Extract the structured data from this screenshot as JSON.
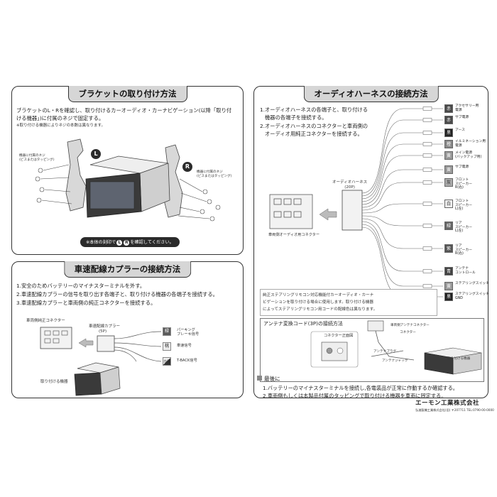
{
  "bracket": {
    "title": "ブラケットの取り付け方法",
    "desc_line1": "ブラケットのL・Rを確認し、取り付けるカーオーディオ・カーナビゲーション(以降「取り付",
    "desc_line2": "ける機器」)に付属のネジで固定する。",
    "note": "※取り付ける機器によりネジの本数は異なります。",
    "left_screw_label_1": "機器に付属のネジ",
    "left_screw_label_2": "(ビスまたはタッピング)",
    "right_screw_label_1": "機器に付属のネジ",
    "right_screw_label_2": "(ビスまたはタッピング)",
    "badge_l": "L",
    "badge_r": "R",
    "pill_prefix": "※本体の刻印で",
    "pill_l": "L",
    "pill_r": "R",
    "pill_suffix": "を確認してください。"
  },
  "speed": {
    "title": "車速配線カプラーの接続方法",
    "step1": "1.安全のためバッテリーのマイナスターミナルを外す。",
    "step2": "2.車速配線カプラーの信号を取り出す各端子と、取り付ける機器の各端子を接続する。",
    "step3": "3.車速配線カプラーと車両側の純正コネクターを接続する。",
    "vehicle_connector": "車両側純正コネクター",
    "coupler_label": "車速配線カプラー",
    "coupler_pins": "(5P)",
    "device_label": "取り付ける機器",
    "wires": [
      {
        "color": "緑",
        "label": "パーキング\nブレーキ信号"
      },
      {
        "color": "桃",
        "label": "車速信号"
      },
      {
        "color": "白/黒",
        "label": "T-BACK信号"
      }
    ]
  },
  "audio": {
    "title": "オーディオハーネスの接続方法",
    "step1_l1": "1.オーディオハーネスの各端子と、取り付ける",
    "step1_l2": "機器の各端子を接続する。",
    "step2_l1": "2.オーディオハーネスのコネクターと車両側の",
    "step2_l2": "オーディオ用純正コネクターを接続する。",
    "harness_label": "オーディオハーネス",
    "harness_pins": "(20P)",
    "vehicle_connector": "車両側オーディオ用コネクター",
    "wires": [
      {
        "color": "赤",
        "label": "アクセサリー用\n電源"
      },
      {
        "color": "赤",
        "label": "サブ電源"
      },
      {
        "color": "黒",
        "label": "アース"
      },
      {
        "color": "橙",
        "label": "イルミネーション用\n電源"
      },
      {
        "color": "黄",
        "label": "メイン電源\n(バックアップ用)"
      },
      {
        "color": "黄",
        "label": "サブ電源"
      },
      {
        "color": "灰",
        "label": "フロント\nスピーカー\nR(右)"
      },
      {
        "color": "白",
        "label": "フロント\nスピーカー\nL(左)"
      },
      {
        "color": "緑",
        "label": "リア\nスピーカー\nL(左)"
      },
      {
        "color": "紫",
        "label": "リア\nスピーカー\nR(右)"
      },
      {
        "color": "青",
        "label": "アンテナ\nコントロール"
      },
      {
        "color": "黄",
        "label": "ステアリングスイッチ"
      },
      {
        "color": "黒",
        "label": "ステアリングスイッチ\nGND"
      }
    ],
    "steering_note_l1": "純正ステアリングリモコン対応機能付カーオーディオ・カーナ",
    "steering_note_l2": "ビゲーションを取り付ける場合に使用します。取り付ける機器",
    "steering_note_l3": "によってステアリングリモコン用コードの配線色は異なります。",
    "antenna_title": "アンテナ変換コード(3P)の接続方法",
    "antenna_vehicle": "車両側アンテナコネクター",
    "antenna_connector": "コネクター",
    "antenna_front": "コネクター正面図",
    "antenna_plug": "アンテナプラグ",
    "antenna_jack": "アンテナジャック",
    "antenna_device": "取り付ける機器",
    "final_title": "最後に",
    "final1": "1.バッテリーのマイナスターミナルを接続し,各電装品が正常に作動するか確認する。",
    "final2": "2.車両側もしくは本製品付属のタッピングで取り付ける機器を車両に固定する。",
    "company": "エーモン工業株式会社",
    "company_sub": "弘進製機工業株式会社(旧) 〒207711 TEL:0790-00-0000"
  }
}
